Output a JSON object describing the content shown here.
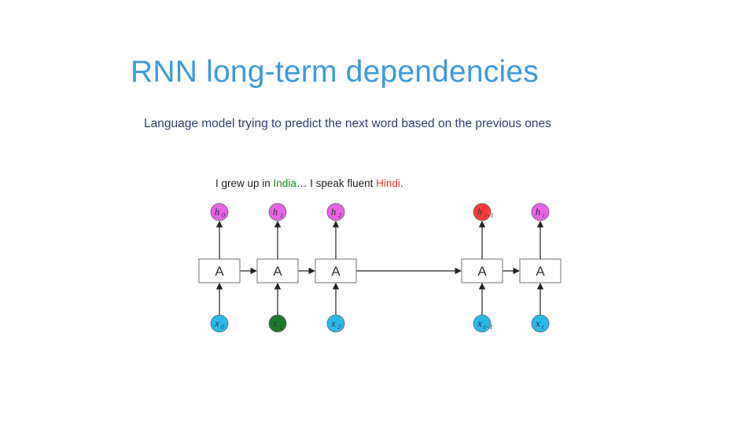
{
  "slide": {
    "title": "RNN long-term dependencies",
    "subtitle": "Language model trying to predict the next word based on the previous ones"
  },
  "sentence": {
    "part1": "I grew up in ",
    "highlight1": "India",
    "part2": "… I speak fluent ",
    "highlight2": "Hindi",
    "part3": "."
  },
  "diagram": {
    "cell_label": "A",
    "columns": [
      {
        "hidden": {
          "base": "h",
          "sub": "0",
          "color": "#e861e8"
        },
        "input": {
          "base": "x",
          "sub": "0",
          "color": "#29b8ec"
        }
      },
      {
        "hidden": {
          "base": "h",
          "sub": "1",
          "color": "#e861e8"
        },
        "input": {
          "base": "x",
          "sub": "1",
          "color": "#1c7a2a"
        }
      },
      {
        "hidden": {
          "base": "h",
          "sub": "2",
          "color": "#e861e8"
        },
        "input": {
          "base": "x",
          "sub": "2",
          "color": "#29b8ec"
        }
      },
      {
        "hidden": {
          "base": "h",
          "sub": "t−1",
          "color": "#ff3a3a"
        },
        "input": {
          "base": "x",
          "sub": "t−1",
          "color": "#29b8ec"
        }
      },
      {
        "hidden": {
          "base": "h",
          "sub": "t",
          "color": "#e861e8"
        },
        "input": {
          "base": "x",
          "sub": "t",
          "color": "#29b8ec"
        }
      }
    ],
    "colors": {
      "line": "#222222",
      "cell_border": "#888888",
      "node_border": "#666666"
    }
  }
}
